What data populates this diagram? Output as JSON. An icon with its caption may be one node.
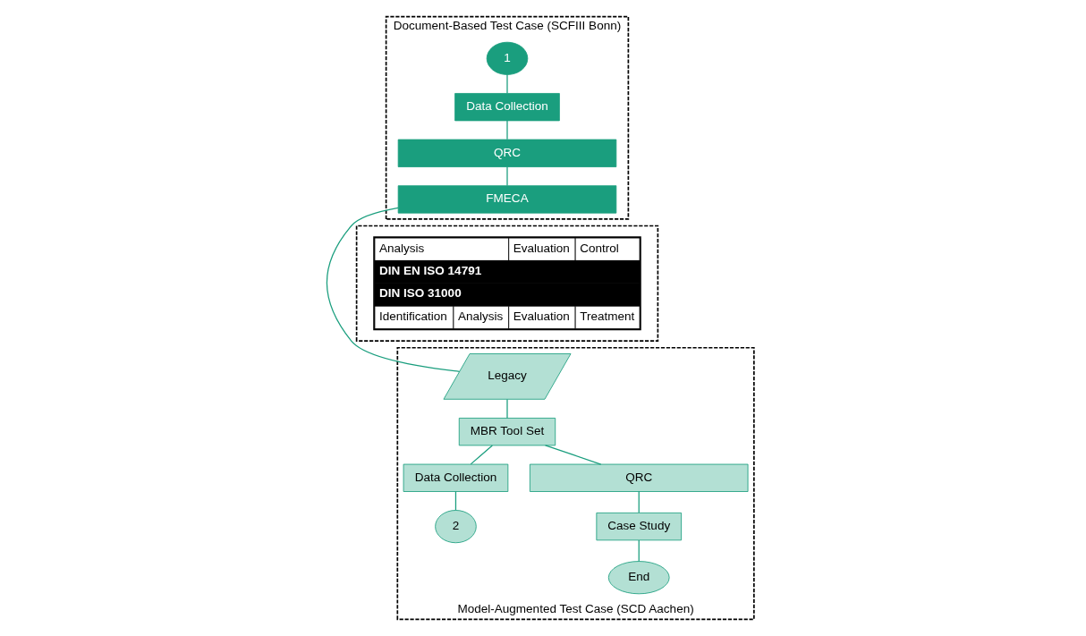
{
  "diagram": {
    "nodes": [
      {
        "text": [
          "Document-Based Test Case (SCFIII Bonn)"
        ]
      },
      {
        "text": [
          "1"
        ],
        "in": 0
      },
      {
        "text": [
          "Data Collection"
        ],
        "in": 0
      },
      {
        "text": [
          "QRC"
        ],
        "in": 0
      },
      {
        "text": [
          "FMECA"
        ],
        "in": 0
      },
      {
        "text": [
          "Model-Augmented Test Case (SCD Aachen)"
        ]
      },
      {
        "text": [
          "Legacy"
        ],
        "in": 5
      },
      {
        "text": [
          "MBR Tool Set"
        ],
        "in": 5
      },
      {
        "text": [
          "Data Collection"
        ],
        "in": 5
      },
      {
        "text": [
          "2"
        ],
        "in": 5
      },
      {
        "text": [
          "QRC"
        ],
        "in": 5
      },
      {
        "text": [
          "Case Study"
        ],
        "in": 5
      },
      {
        "text": [
          "End"
        ],
        "in": 5
      },
      {
        "text": [],
        "shape": "box"
      }
    ],
    "edges": [
      {
        "from": 1,
        "to": 2,
        "arrow": "none"
      },
      {
        "from": 2,
        "to": 3,
        "arrow": "none"
      },
      {
        "from": 3,
        "to": 4,
        "arrow": "none"
      },
      {
        "from": 4,
        "to": 6,
        "arrow": "none"
      },
      {
        "from": 6,
        "to": 7,
        "arrow": "none"
      },
      {
        "from": 7,
        "to": 8,
        "arrow": "none"
      },
      {
        "from": 8,
        "to": 9,
        "arrow": "none"
      },
      {
        "from": 7,
        "to": 10,
        "arrow": "none"
      },
      {
        "from": 10,
        "to": 11,
        "arrow": "none"
      },
      {
        "from": 11,
        "to": 12,
        "arrow": "none"
      }
    ],
    "labels": [
      "Analysis",
      "Evaluation",
      "Control",
      "DIN EN ISO 14791",
      "DIN ISO 31000",
      "Identification",
      "Analysis",
      "Evaluation",
      "Treatment"
    ]
  }
}
